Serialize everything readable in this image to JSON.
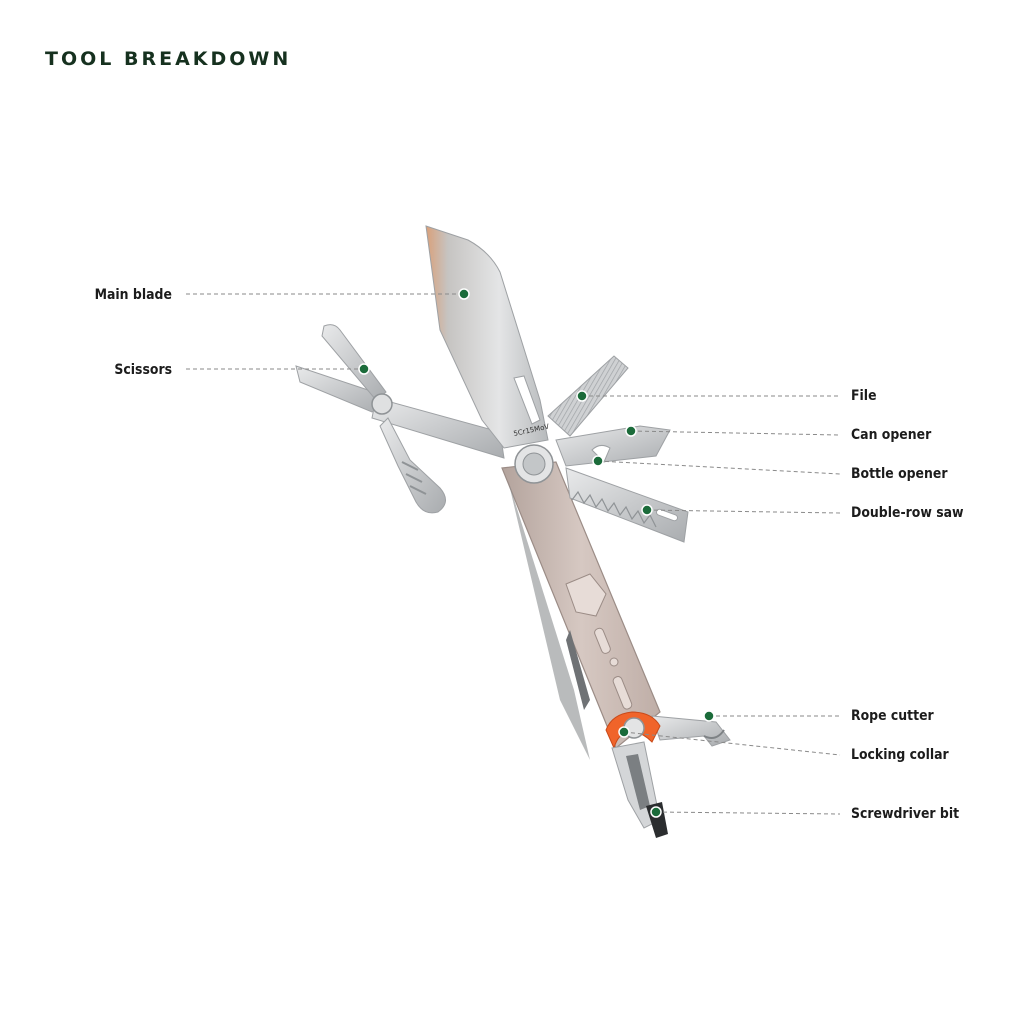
{
  "title": "TOOL BREAKDOWN",
  "callouts": [
    {
      "id": "main-blade",
      "label": "Main blade"
    },
    {
      "id": "scissors",
      "label": "Scissors"
    },
    {
      "id": "file",
      "label": "File"
    },
    {
      "id": "can-opener",
      "label": "Can opener"
    },
    {
      "id": "bottle-opener",
      "label": "Bottle opener"
    },
    {
      "id": "double-row-saw",
      "label": "Double-row saw"
    },
    {
      "id": "rope-cutter",
      "label": "Rope cutter"
    },
    {
      "id": "locking-collar",
      "label": "Locking collar"
    },
    {
      "id": "screwdriver-bit",
      "label": "Screwdriver bit"
    }
  ],
  "blade_stamp": "5Cr15MoV",
  "colors": {
    "marker": "#1b6b3a",
    "leader_line": "#8a8a8a",
    "title": "#16311f",
    "steel": "#cfd1d3",
    "handle": "#cbbcb6",
    "collar": "#f0642a"
  }
}
